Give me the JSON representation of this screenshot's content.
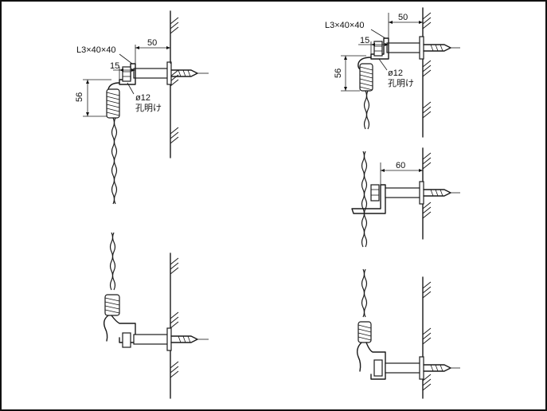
{
  "dimensions": {
    "d1": {
      "angle": "L3×40×40",
      "width": "50",
      "offset": "15",
      "height": "56",
      "hole": "ø12",
      "hole_note": "孔明け"
    },
    "d2": {
      "angle": "L3×40×40",
      "width": "50",
      "offset": "15",
      "height": "56",
      "hole": "ø12",
      "hole_note": "孔明け"
    },
    "d3": {
      "width": "60"
    }
  }
}
